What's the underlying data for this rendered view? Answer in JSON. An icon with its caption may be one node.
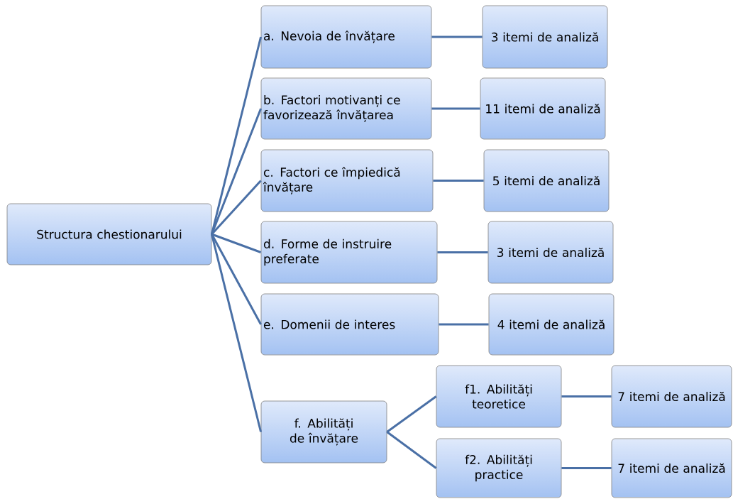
{
  "diagram": {
    "nodes": [
      {
        "text": [
          "Structura chestionarului"
        ]
      },
      {
        "text": [
          "a. Nevoia de învățare"
        ]
      },
      {
        "text": [
          "3 itemi de analiză"
        ]
      },
      {
        "text": [
          "b. Factori motivanți ce favorizează învățarea"
        ]
      },
      {
        "text": [
          "11 itemi de analiză"
        ]
      },
      {
        "text": [
          "c. Factori ce împiedică învățare"
        ]
      },
      {
        "text": [
          "5 itemi de analiză"
        ]
      },
      {
        "text": [
          "d. Forme de instruire preferate"
        ]
      },
      {
        "text": [
          "3 itemi de analiză"
        ]
      },
      {
        "text": [
          "e. Domenii de interes"
        ]
      },
      {
        "text": [
          "4 itemi de analiză"
        ]
      },
      {
        "text": [
          "f. Abilități de învățare"
        ]
      },
      {
        "text": [
          "f1. Abilități teoretice"
        ]
      },
      {
        "text": [
          "7 itemi de analiză"
        ]
      },
      {
        "text": [
          "f2. Abilități practice"
        ]
      },
      {
        "text": [
          "7 itemi de analiză"
        ]
      }
    ],
    "edges": [
      {
        "from": 0,
        "to": 1,
        "arrow": "none"
      },
      {
        "from": 0,
        "to": 3,
        "arrow": "none"
      },
      {
        "from": 0,
        "to": 5,
        "arrow": "none"
      },
      {
        "from": 0,
        "to": 7,
        "arrow": "none"
      },
      {
        "from": 0,
        "to": 9,
        "arrow": "none"
      },
      {
        "from": 0,
        "to": 11,
        "arrow": "none"
      },
      {
        "from": 1,
        "to": 2,
        "arrow": "none"
      },
      {
        "from": 3,
        "to": 4,
        "arrow": "none"
      },
      {
        "from": 5,
        "to": 6,
        "arrow": "none"
      },
      {
        "from": 7,
        "to": 8,
        "arrow": "none"
      },
      {
        "from": 9,
        "to": 10,
        "arrow": "none"
      },
      {
        "from": 11,
        "to": 12,
        "arrow": "none"
      },
      {
        "from": 11,
        "to": 14,
        "arrow": "none"
      },
      {
        "from": 12,
        "to": 13,
        "arrow": "none"
      },
      {
        "from": 14,
        "to": 15,
        "arrow": "none"
      }
    ]
  }
}
